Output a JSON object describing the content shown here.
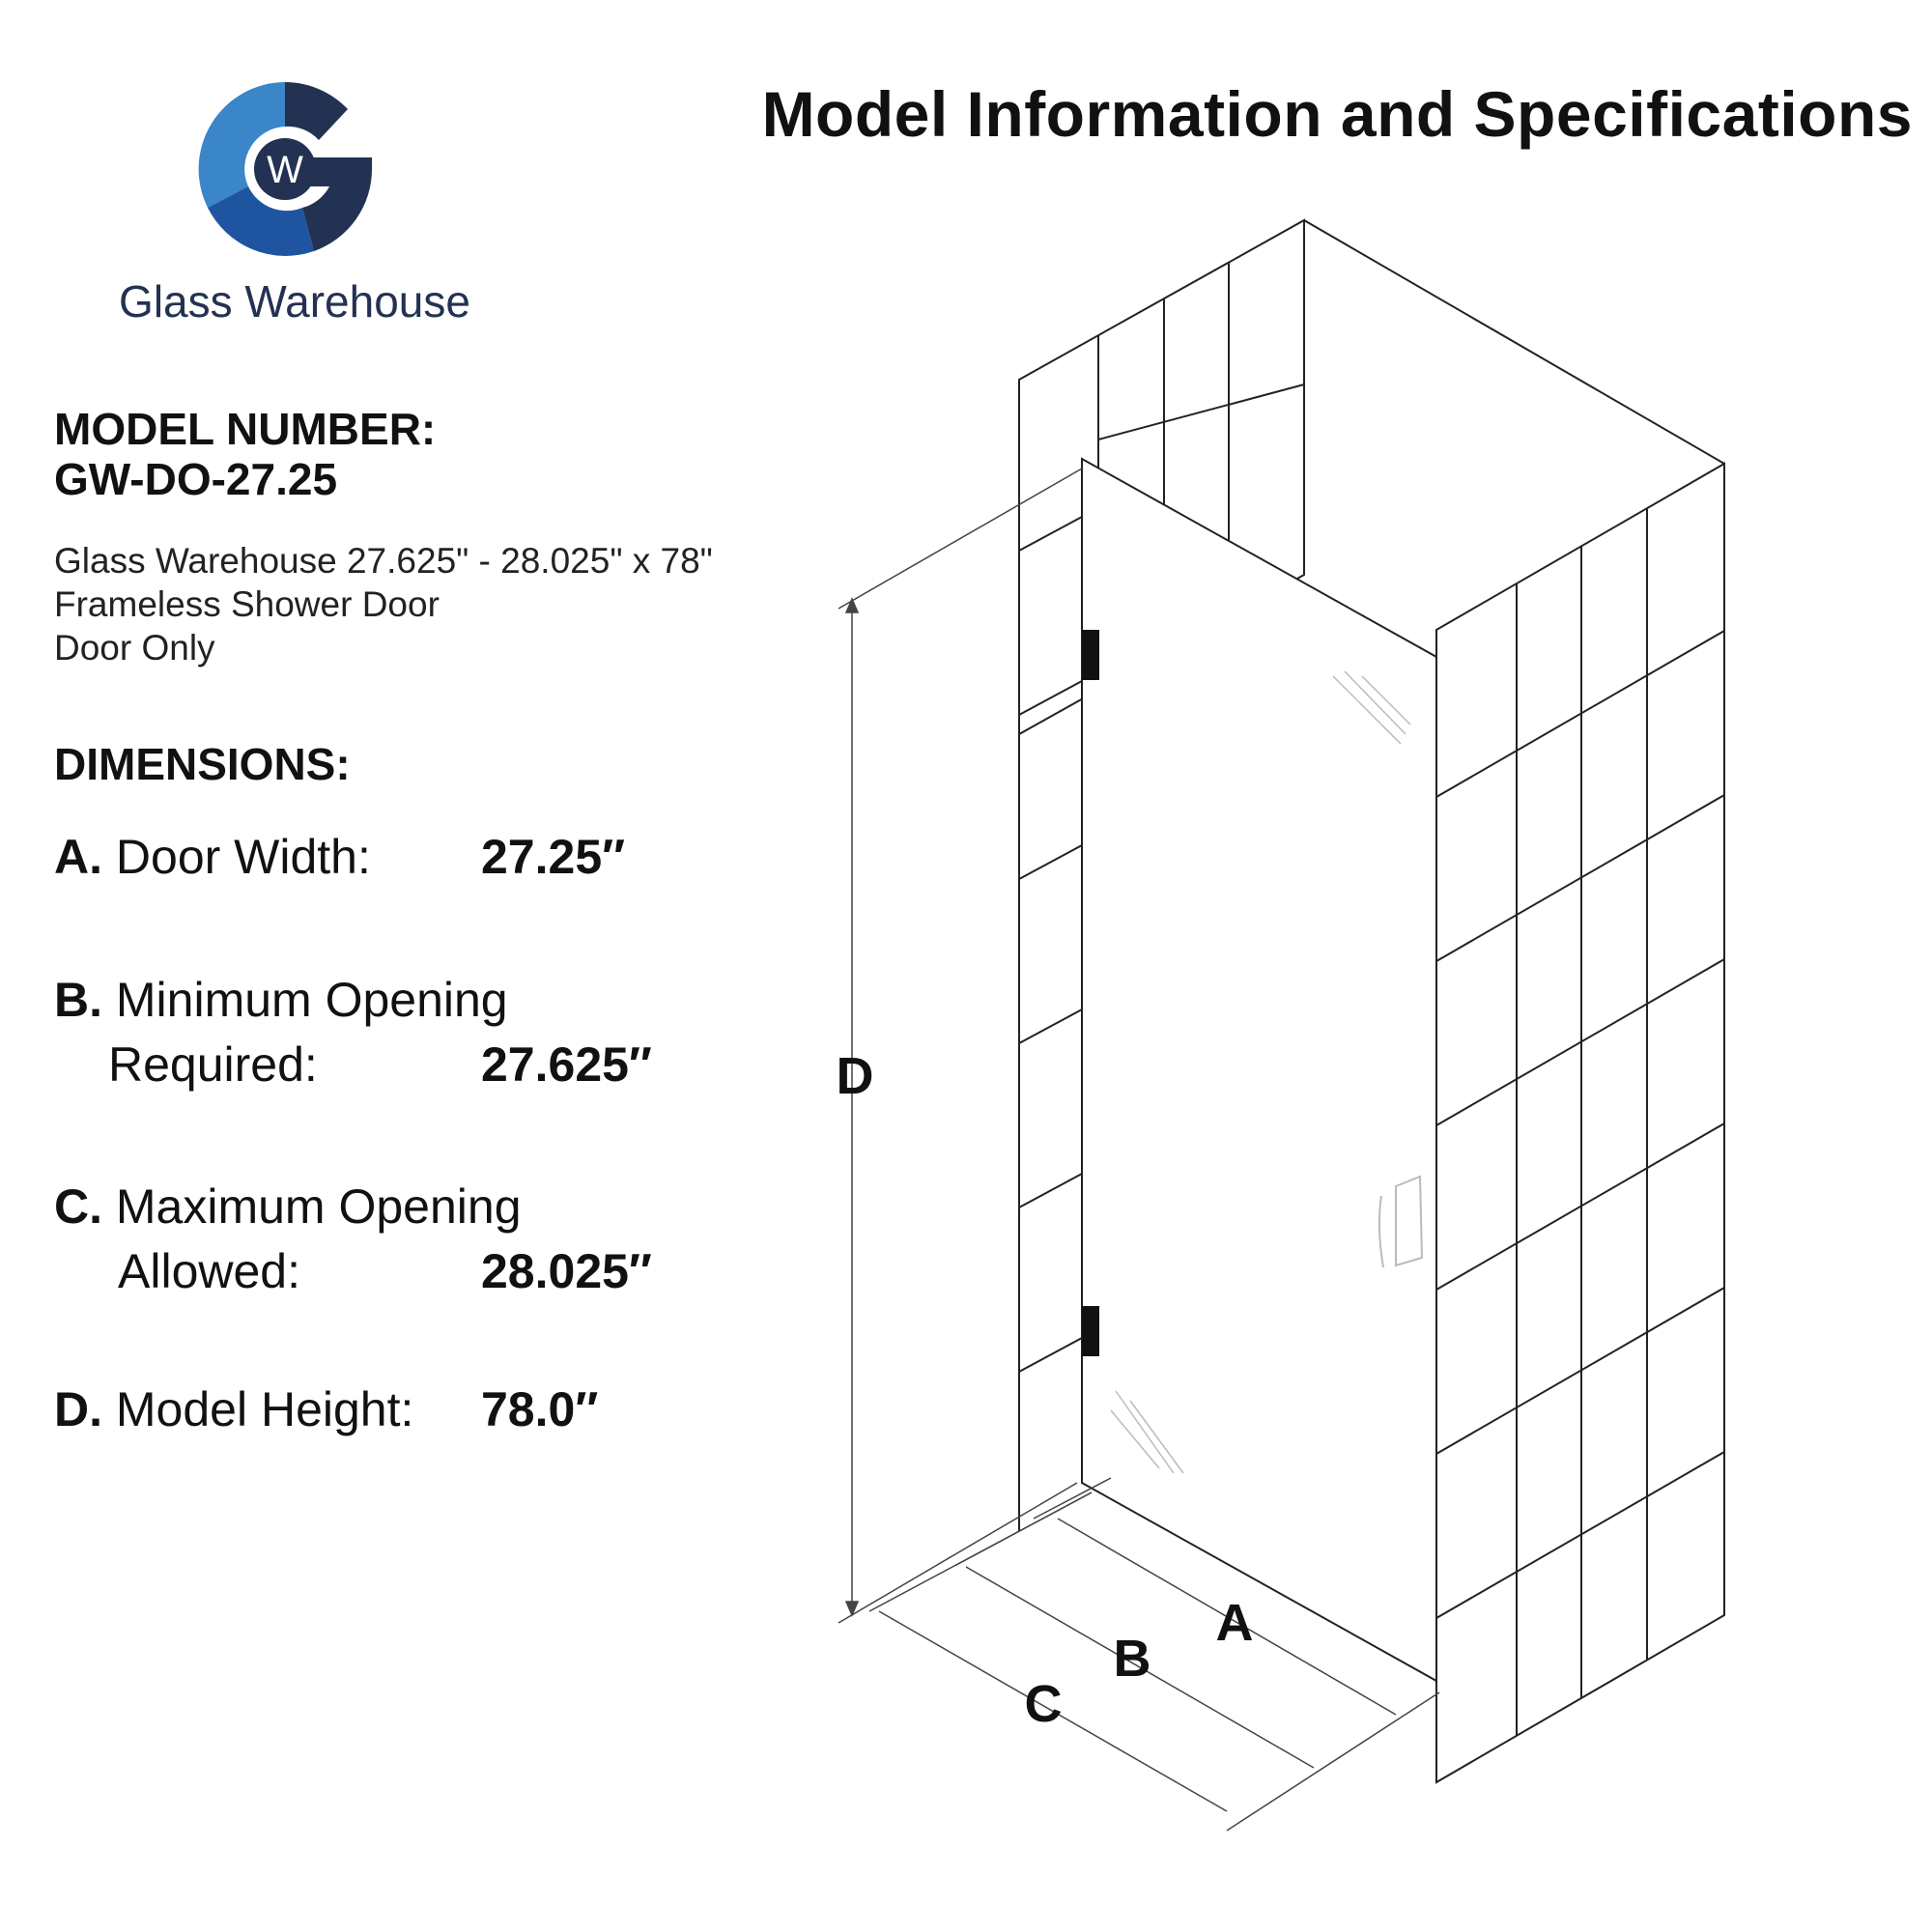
{
  "page": {
    "title": "Model Information and Specifications"
  },
  "brand": {
    "name": "Glass Warehouse",
    "logo_letter": "W",
    "colors": {
      "dark_navy": "#233252",
      "blue": "#1f55a0",
      "light_blue": "#3a86c8",
      "mid_blue": "#2a6ab3"
    }
  },
  "model": {
    "label": "MODEL NUMBER:",
    "number": "GW-DO-27.25",
    "description": [
      "Glass Warehouse 27.625\" - 28.025\" x 78\"",
      "Frameless Shower Door",
      "Door Only"
    ]
  },
  "dimensions": {
    "heading": "DIMENSIONS:",
    "items": [
      {
        "letter": "A.",
        "label_lines": [
          "Door Width:"
        ],
        "value": "27.25″"
      },
      {
        "letter": "B.",
        "label_lines": [
          "Minimum Opening",
          "Required:"
        ],
        "value": "27.625″"
      },
      {
        "letter": "C.",
        "label_lines": [
          "Maximum Opening",
          "Allowed:"
        ],
        "value": "28.025″"
      },
      {
        "letter": "D.",
        "label_lines": [
          "Model Height:"
        ],
        "value": "78.0″"
      }
    ]
  },
  "diagram": {
    "markers": {
      "a": "A",
      "b": "B",
      "c": "C",
      "d": "D"
    }
  }
}
